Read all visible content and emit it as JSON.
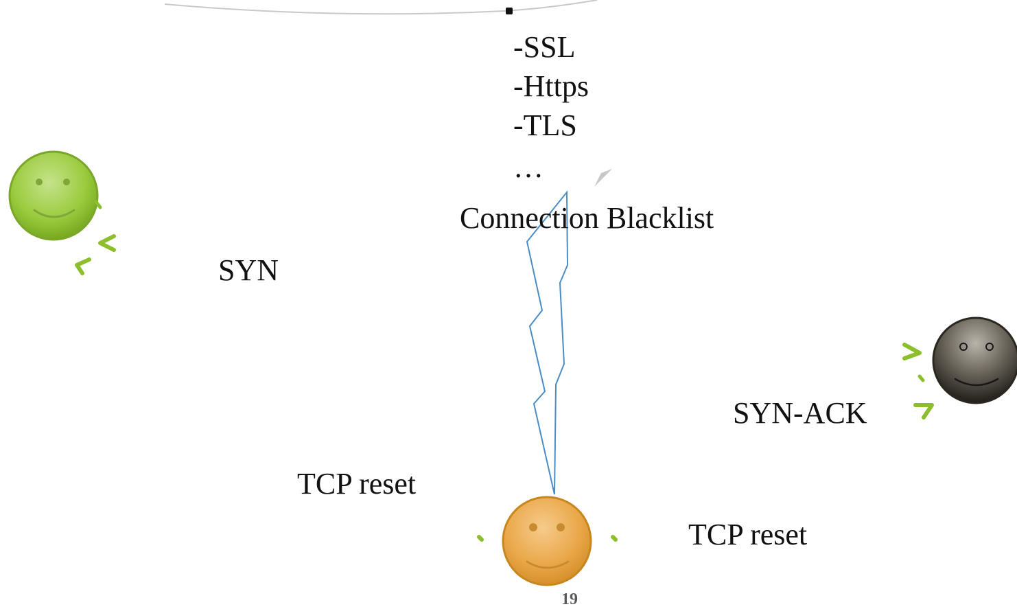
{
  "blacklist": {
    "items": [
      "-SSL",
      "-Https",
      "-TLS",
      "…"
    ],
    "title": "Connection Blacklist"
  },
  "messages": {
    "syn": "SYN",
    "syn_ack": "SYN-ACK",
    "tcp_reset_left": "TCP reset",
    "tcp_reset_right": "TCP reset"
  },
  "participants": {
    "client": {
      "icon": "smiley-face-icon",
      "color": "#8cbf2b"
    },
    "server": {
      "icon": "smiley-face-icon",
      "color": "#3a352d"
    },
    "firewall": {
      "icon": "smiley-face-icon",
      "color": "#e6a43a"
    }
  },
  "colors": {
    "arrow_accent": "#8cbf2b",
    "lightning": "#4a8cc4"
  },
  "page_number": "19"
}
